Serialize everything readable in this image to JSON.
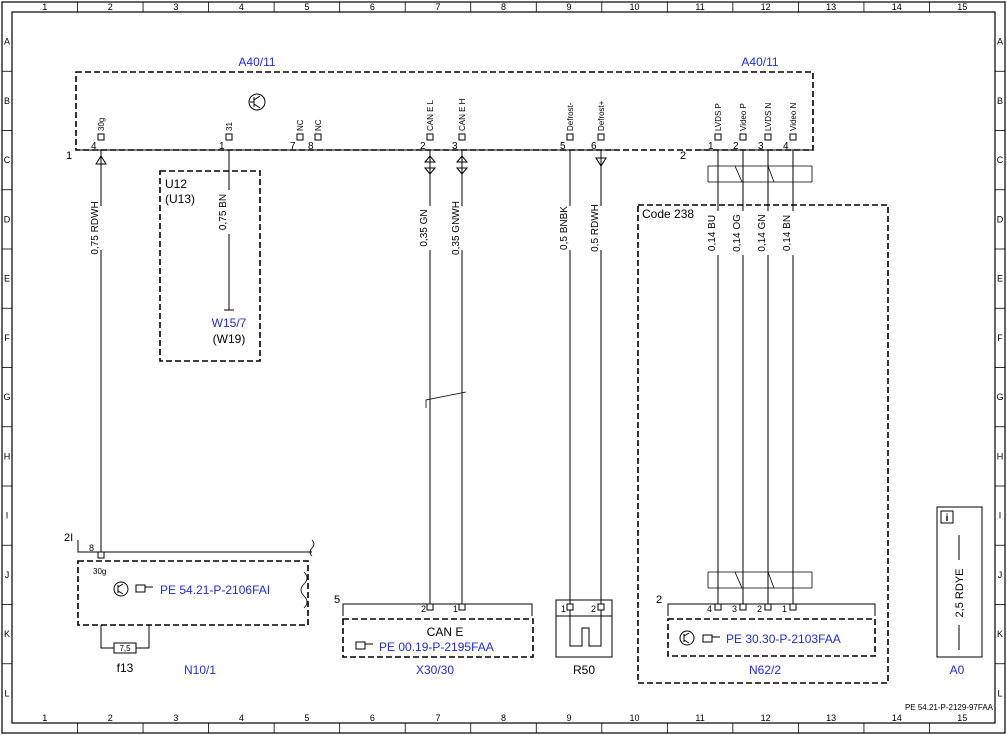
{
  "grid": {
    "columns": [
      "1",
      "2",
      "3",
      "4",
      "5",
      "6",
      "7",
      "8",
      "9",
      "10",
      "11",
      "12",
      "13",
      "14",
      "15"
    ],
    "rows": [
      "A",
      "B",
      "C",
      "D",
      "E",
      "F",
      "G",
      "H",
      "I",
      "J",
      "K",
      "L"
    ]
  },
  "components": {
    "a40_left": "A40/11",
    "a40_right": "A40/11",
    "u12": "U12",
    "u13": "(U13)",
    "w15_7": "W15/7",
    "w19": "(W19)",
    "code238": "Code 238",
    "n10_1": "N10/1",
    "f13": "f13",
    "fuse_val": "7,5",
    "x30_30": "X30/30",
    "r50": "R50",
    "n62_2": "N62/2",
    "a0": "A0",
    "can_e": "CAN E"
  },
  "connectors": {
    "a40_c1": "1",
    "a40_c2": "2",
    "n10_c": "2I",
    "x30_c": "5",
    "n62_c": "2"
  },
  "a40_pins": [
    {
      "name": "30g",
      "num": "4"
    },
    {
      "name": "31",
      "num": "1"
    },
    {
      "name": "NC",
      "num": "7"
    },
    {
      "name": "NC",
      "num": "8"
    },
    {
      "name": "CAN E L",
      "num": "2"
    },
    {
      "name": "CAN E H",
      "num": "3"
    },
    {
      "name": "Defrost-",
      "num": "5"
    },
    {
      "name": "Defrost+",
      "num": "6"
    },
    {
      "name": "LVDS P",
      "num": "1"
    },
    {
      "name": "Video P",
      "num": "2"
    },
    {
      "name": "LVDS N",
      "num": "3"
    },
    {
      "name": "Video N",
      "num": "4"
    }
  ],
  "wires": [
    "0,75 RDWH",
    "0,75 BN",
    "0,35 GN",
    "0,35 GNWH",
    "0,5 BNBK",
    "0,5 RDWH",
    "0,14 BU",
    "0,14 OG",
    "0,14 GN",
    "0,14 BN"
  ],
  "a0_wire": "2,5 RDYE",
  "n10_pin": {
    "num": "8",
    "name": "30g"
  },
  "x30_pins": [
    "2",
    "1"
  ],
  "r50_pins": [
    "1",
    "2"
  ],
  "n62_pins": [
    "4",
    "3",
    "2",
    "1"
  ],
  "refs": {
    "n10": "PE 54.21-P-2106FAI",
    "x30": "PE 00.19-P-2195FAA",
    "n62": "PE 30.30-P-2103FAA"
  },
  "doc_id": "PE 54.21-P-2129-97FAA",
  "info_icon": "i"
}
